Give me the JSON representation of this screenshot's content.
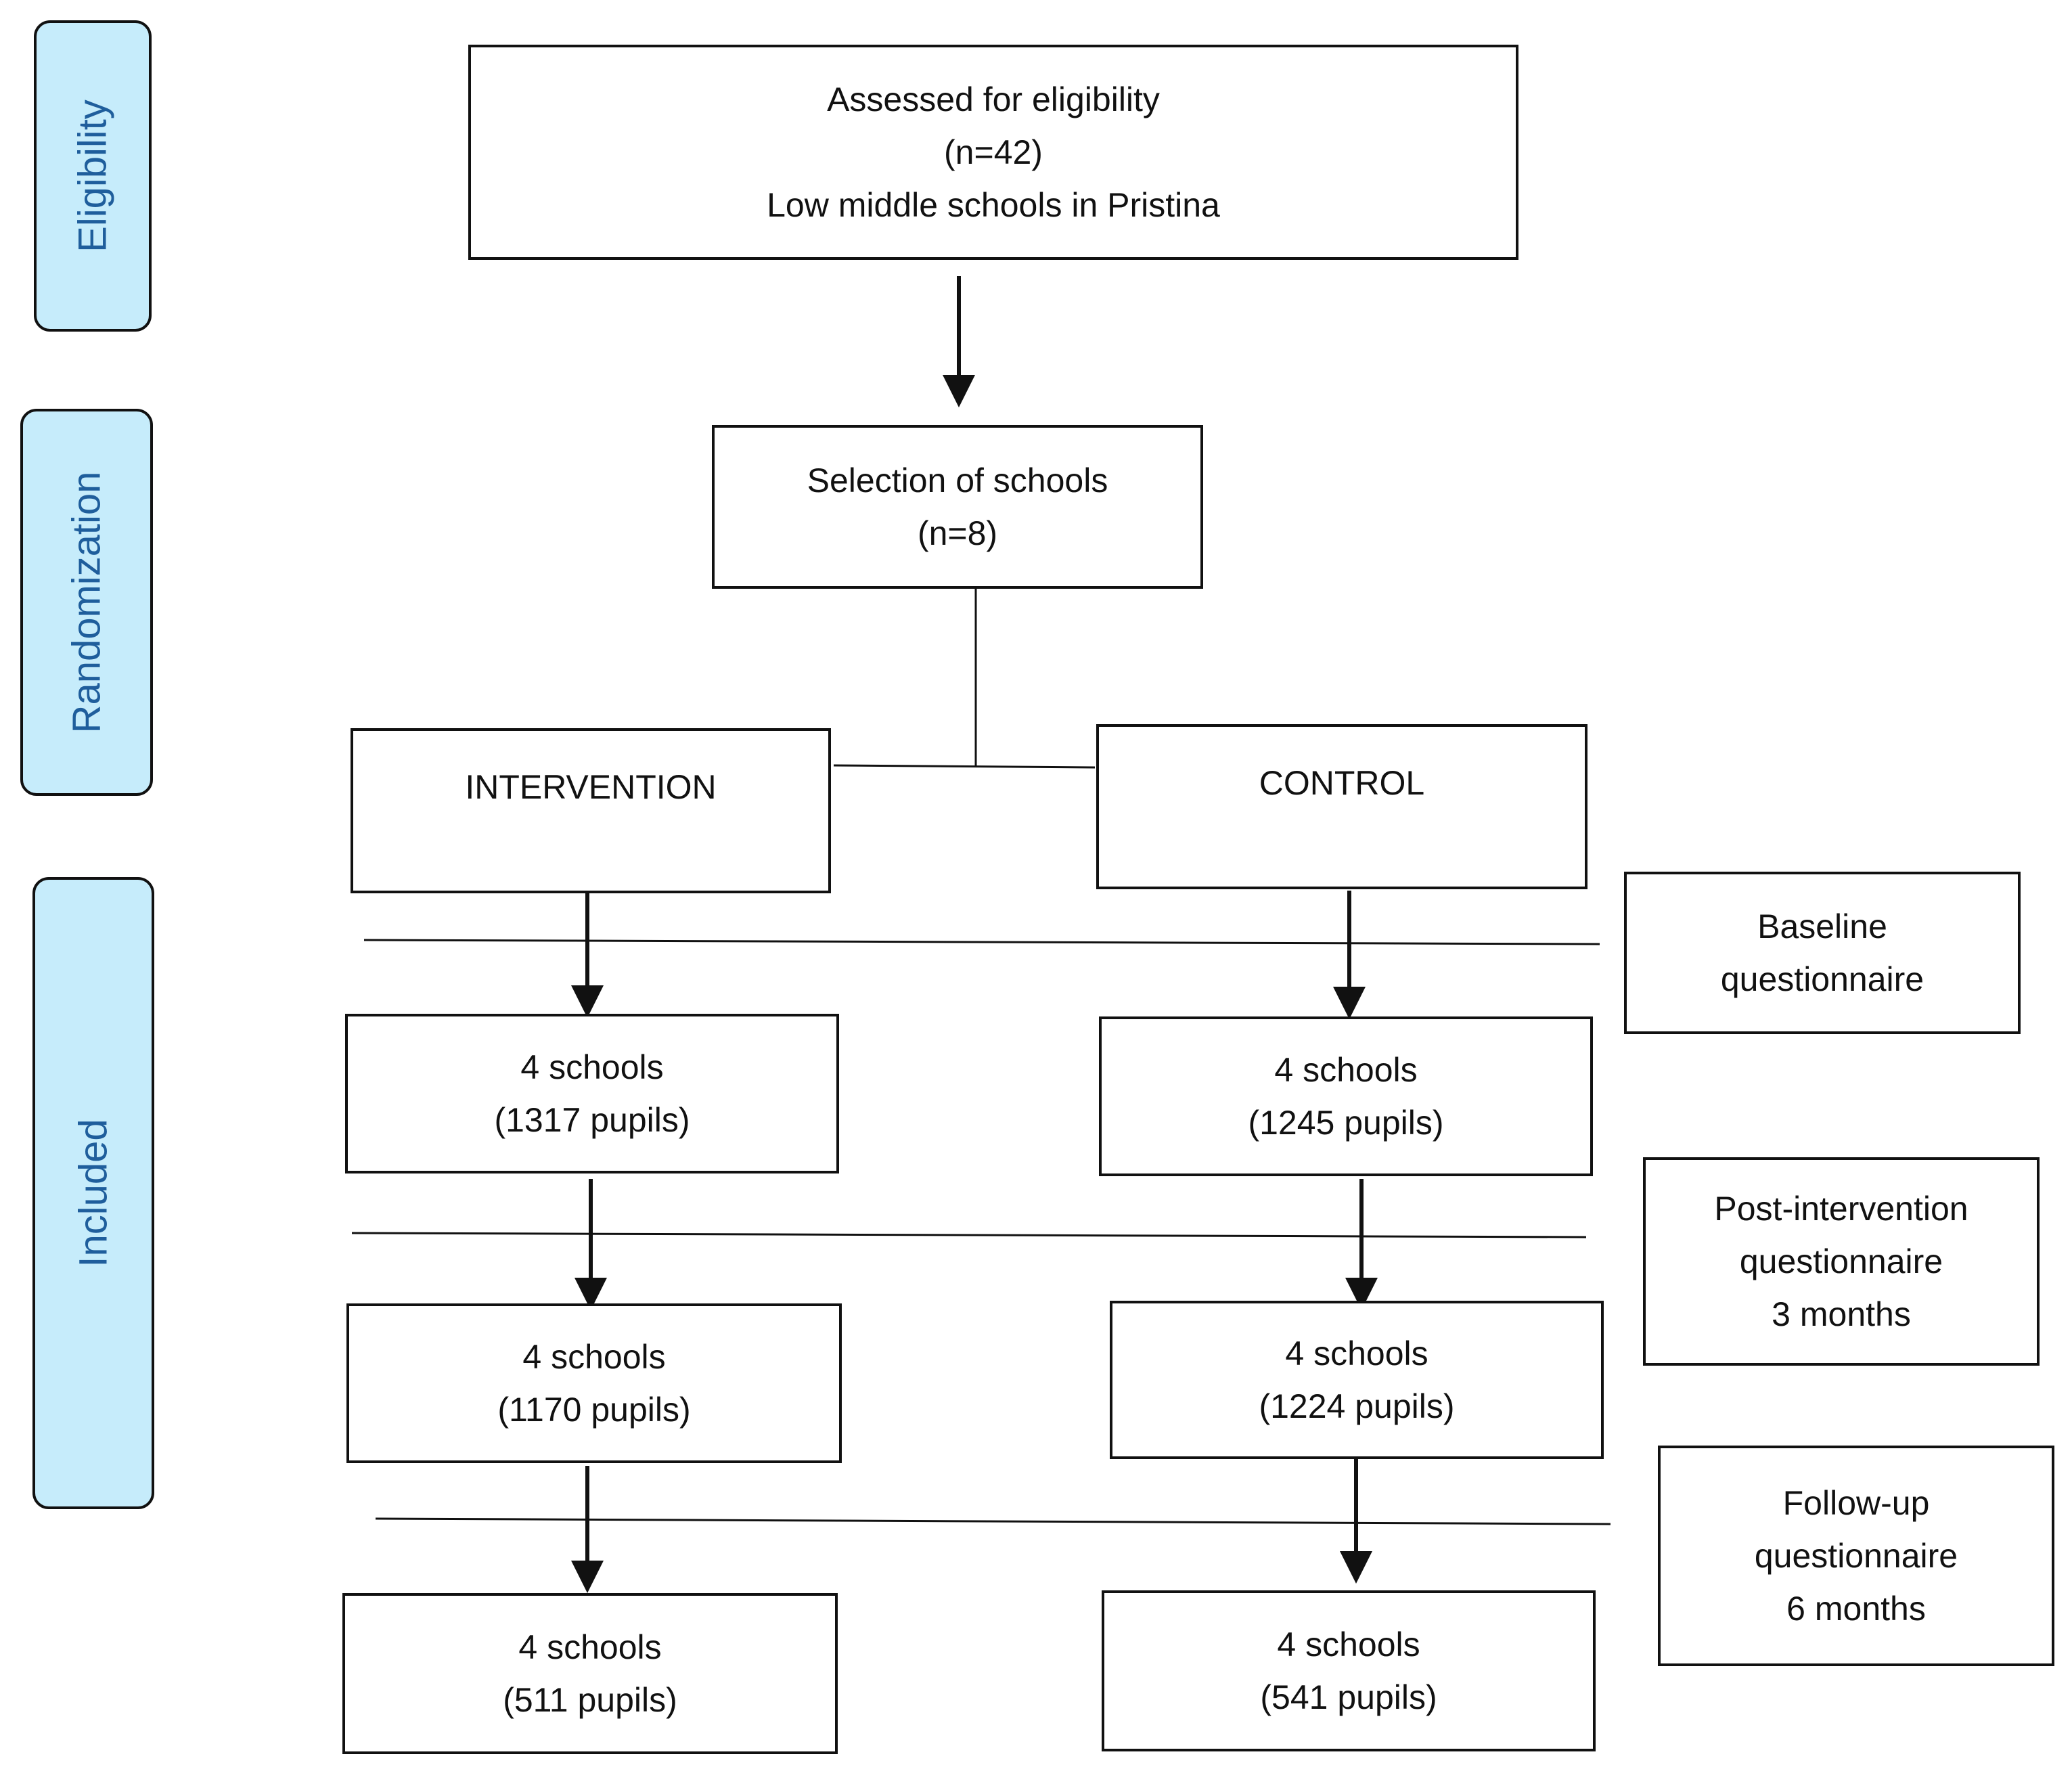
{
  "phases": {
    "eligibility": "Eligibility",
    "randomization": "Randomization",
    "included": "Included"
  },
  "assessed": {
    "line1": "Assessed for eligibility",
    "line2": "(n=42)",
    "line3": "Low middle schools in Pristina"
  },
  "selection": {
    "line1": "Selection of schools",
    "line2": "(n=8)"
  },
  "arms": {
    "intervention": "INTERVENTION",
    "control": "CONTROL"
  },
  "intervention_stages": [
    {
      "line1": "4 schools",
      "line2": "(1317 pupils)"
    },
    {
      "line1": "4 schools",
      "line2": "(1170 pupils)"
    },
    {
      "line1": "4 schools",
      "line2": "(511 pupils)"
    }
  ],
  "control_stages": [
    {
      "line1": "4 schools",
      "line2": "(1245 pupils)"
    },
    {
      "line1": "4 schools",
      "line2": "(1224 pupils)"
    },
    {
      "line1": "4 schools",
      "line2": "(541 pupils)"
    }
  ],
  "timepoints": {
    "baseline": {
      "line1": "Baseline",
      "line2": "questionnaire"
    },
    "post": {
      "line1": "Post-intervention",
      "line2": "questionnaire",
      "line3": "3 months"
    },
    "followup": {
      "line1": "Follow-up",
      "line2": "questionnaire",
      "line3": "6 months"
    }
  },
  "colors": {
    "phase_fill": "#c6ecfb",
    "phase_text": "#1f5e9c",
    "stroke": "#111111"
  }
}
